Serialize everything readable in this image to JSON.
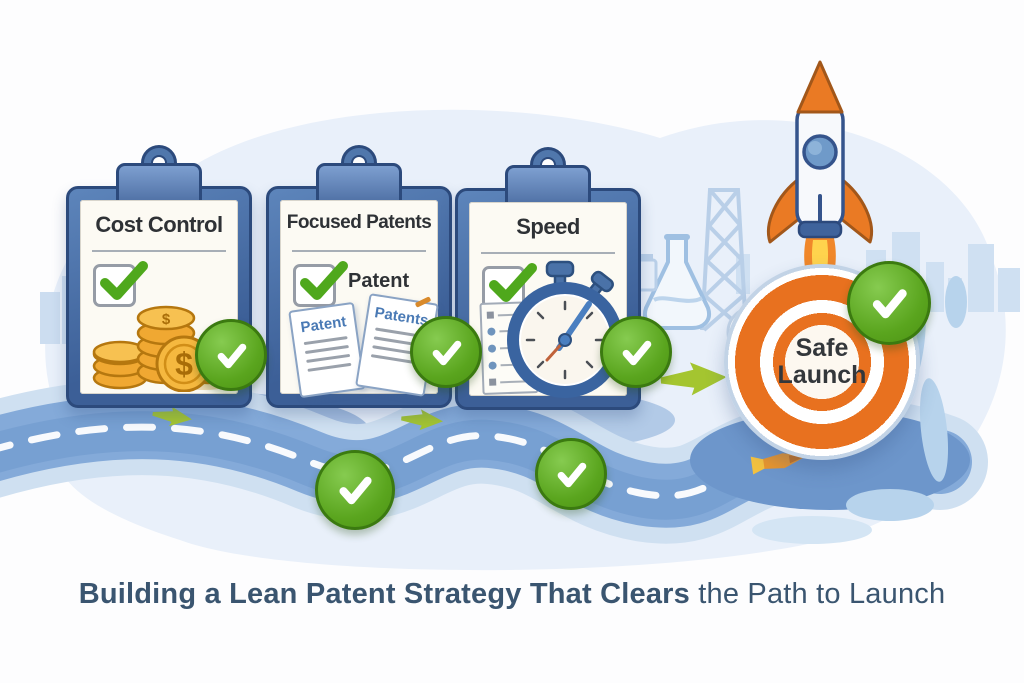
{
  "clipboards": [
    {
      "title": "Cost Control"
    },
    {
      "title": "Focused Patents",
      "checkbox_label": "Patent",
      "documents": {
        "doc1": "Patent",
        "doc2": "Patents"
      }
    },
    {
      "title": "Speed"
    }
  ],
  "coins": {
    "symbol": "$"
  },
  "target": {
    "line1": "Safe",
    "line2": "Launch"
  },
  "caption": {
    "bold": "Building a Lean Patent Strategy That Clears",
    "rest": " the Path to Launch"
  },
  "colors": {
    "clipboard_frame": "#3c5f97",
    "paper": "#fcfaf3",
    "check_green": "#5aa51e",
    "road_blue": "#84aad9",
    "target_orange": "#e8711f",
    "rocket_orange": "#ea7a24",
    "caption_text": "#3a5570",
    "background_blob": "#e9f0fa"
  },
  "icons": {
    "coins": "coins-icon",
    "documents": "patent-documents-icon",
    "checklist": "checklist-icon",
    "stopwatch": "stopwatch-icon",
    "rocket": "rocket-icon",
    "target": "target-icon",
    "check": "check-icon",
    "arrow": "arrow-icon",
    "dart": "dart-icon",
    "flask": "flask-icon",
    "tower": "lattice-tower-icon",
    "skyline": "city-skyline"
  }
}
